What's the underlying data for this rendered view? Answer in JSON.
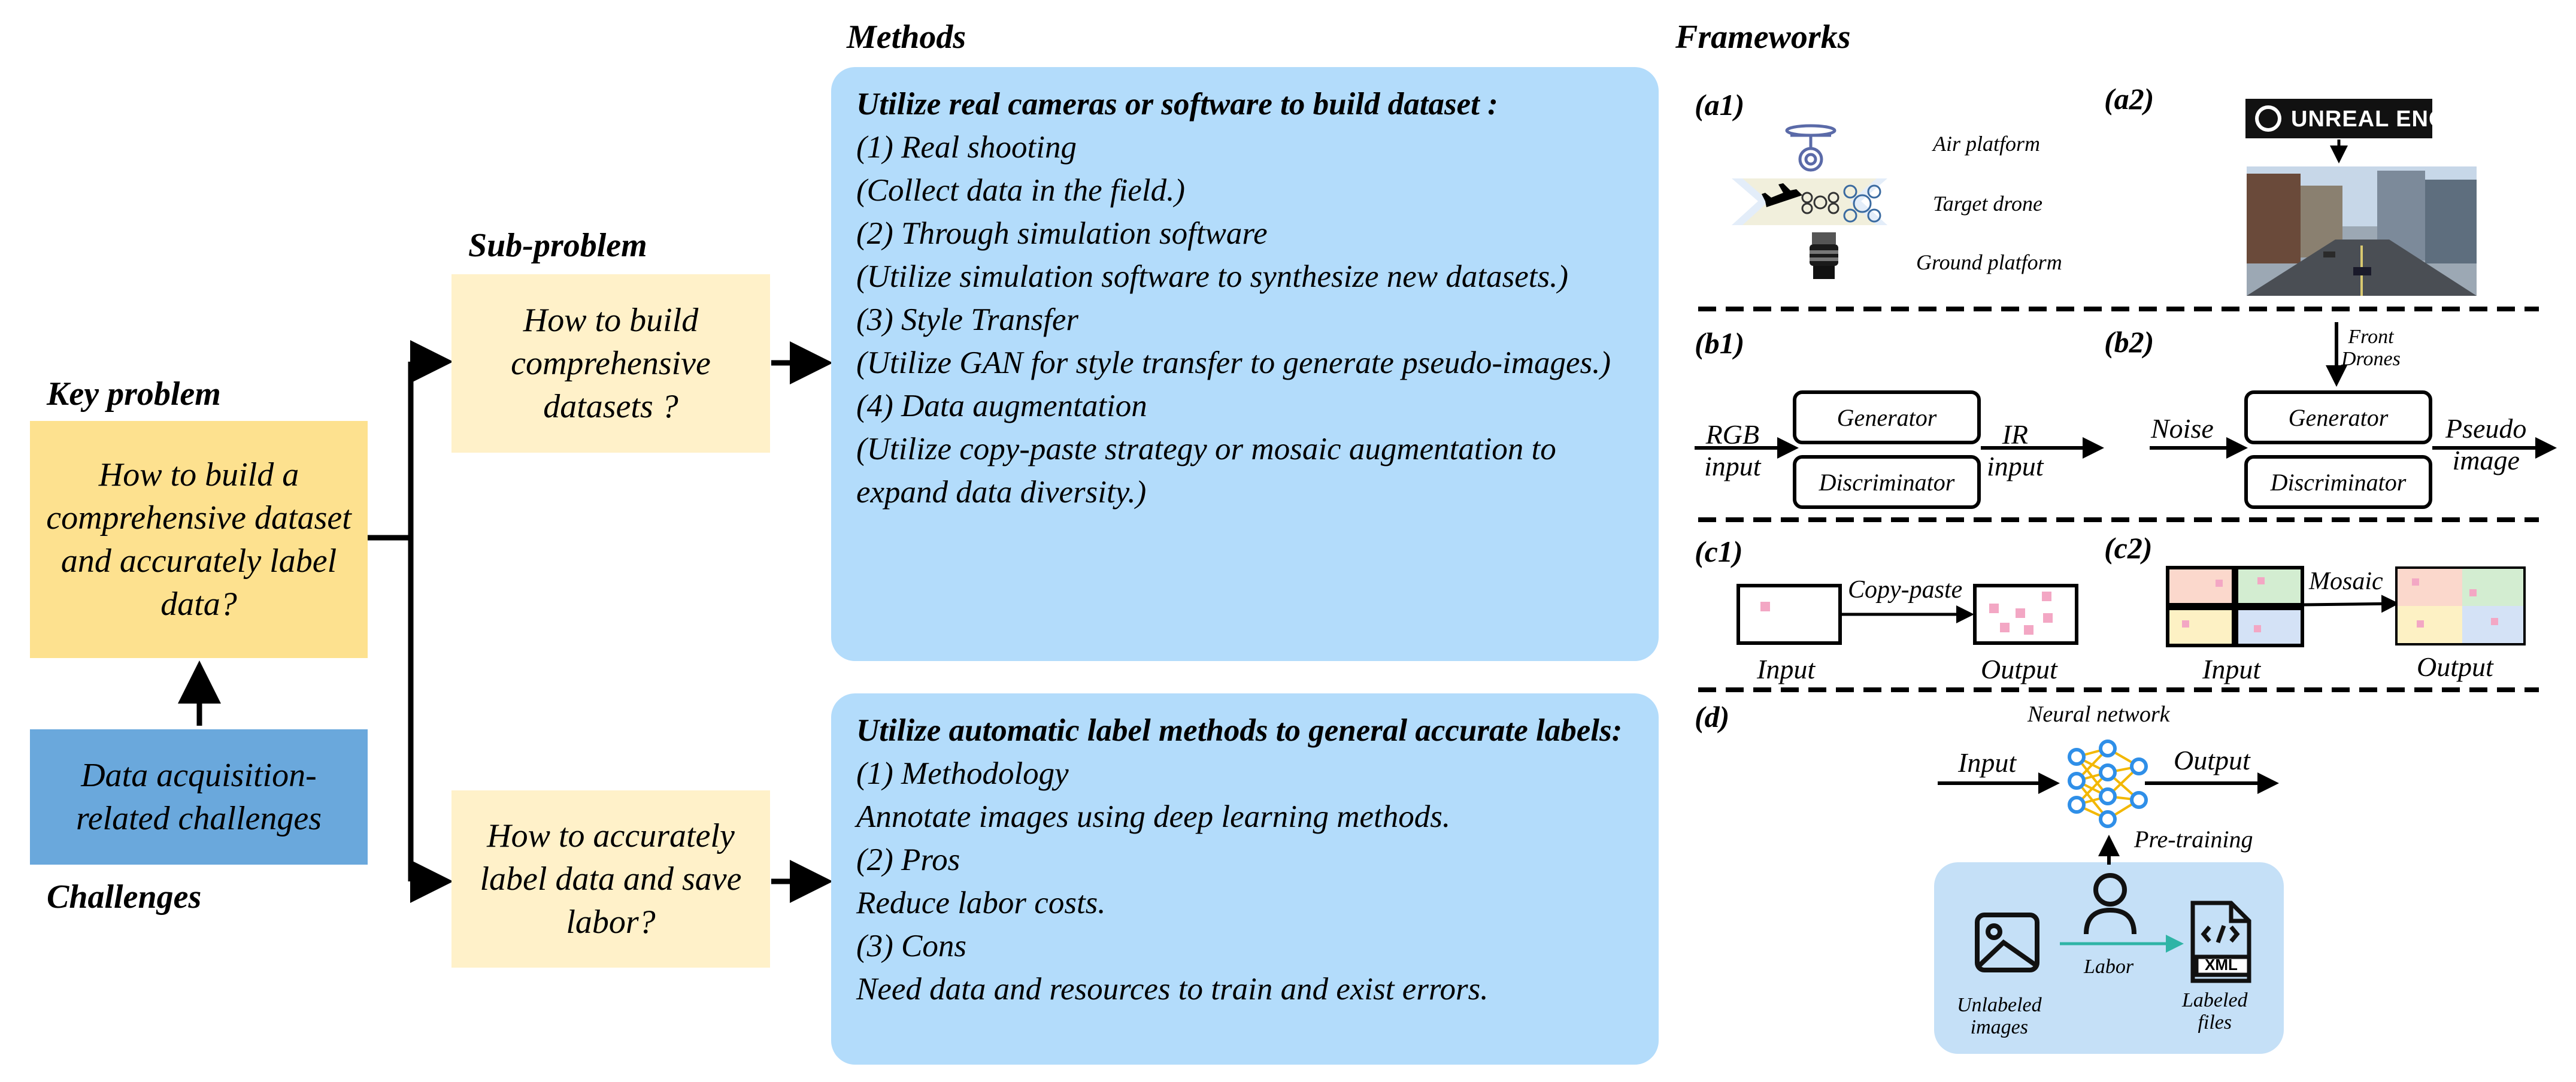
{
  "headers": {
    "key_problem": "Key problem",
    "challenges": "Challenges",
    "sub_problem": "Sub-problem",
    "methods": "Methods",
    "frameworks": "Frameworks"
  },
  "key_problem_text": "How to build a comprehensive dataset and accurately label data?",
  "challenge_text": "Data acquisition-related challenges",
  "sub_problems": [
    "How to build comprehensive datasets ?",
    "How to accurately label data and save labor?"
  ],
  "methods": [
    {
      "heading": "Utilize real cameras or software to build dataset :",
      "lines": [
        "(1) Real shooting",
        "(Collect data in the field.)",
        "(2) Through simulation software",
        "(Utilize simulation software to synthesize new datasets.)",
        "(3) Style Transfer",
        "(Utilize GAN for style transfer to generate pseudo-images.)",
        "(4) Data augmentation",
        "(Utilize copy-paste strategy or mosaic augmentation to expand data diversity.)"
      ]
    },
    {
      "heading": "Utilize automatic label methods to general accurate labels:",
      "lines": [
        "(1) Methodology",
        "Annotate images using deep learning methods.",
        "(2) Pros",
        "Reduce labor costs.",
        "(3) Cons",
        "Need data and resources to train and exist errors."
      ]
    }
  ],
  "frameworks": {
    "a1": {
      "tag": "(a1)",
      "air": "Air platform",
      "target": "Target drone",
      "ground": "Ground platform"
    },
    "a2": {
      "tag": "(a2)",
      "engine": "UNREAL ENGINE"
    },
    "b1": {
      "tag": "(b1)",
      "in1": "RGB",
      "in2": "input",
      "gen": "Generator",
      "disc": "Discriminator",
      "out1": "IR",
      "out2": "input"
    },
    "b2": {
      "tag": "(b2)",
      "front1": "Front",
      "front2": "Drones",
      "noise": "Noise",
      "gen": "Generator",
      "disc": "Discriminator",
      "out1": "Pseudo",
      "out2": "image"
    },
    "c1": {
      "tag": "(c1)",
      "op": "Copy-paste",
      "input": "Input",
      "output": "Output"
    },
    "c2": {
      "tag": "(c2)",
      "op": "Mosaic",
      "input": "Input",
      "output": "Output"
    },
    "d": {
      "tag": "(d)",
      "nn": "Neural network",
      "input": "Input",
      "output": "Output",
      "pre": "Pre-training",
      "unlabeled1": "Unlabeled",
      "unlabeled2": "images",
      "labor": "Labor",
      "labeled1": "Labeled",
      "labeled2": "files",
      "xml": "XML"
    }
  },
  "colors": {
    "key_problem_fill": "#fde18f",
    "sub_problem_fill": "#fff1c9",
    "challenge_fill": "#6aa8dc",
    "methods_fill": "#b3dcfb",
    "pretraining_fill": "#c5e0f7",
    "network_blue": "#2f8fe8",
    "network_edge": "#f2b700",
    "labor_arrow": "#2fb4a6"
  }
}
